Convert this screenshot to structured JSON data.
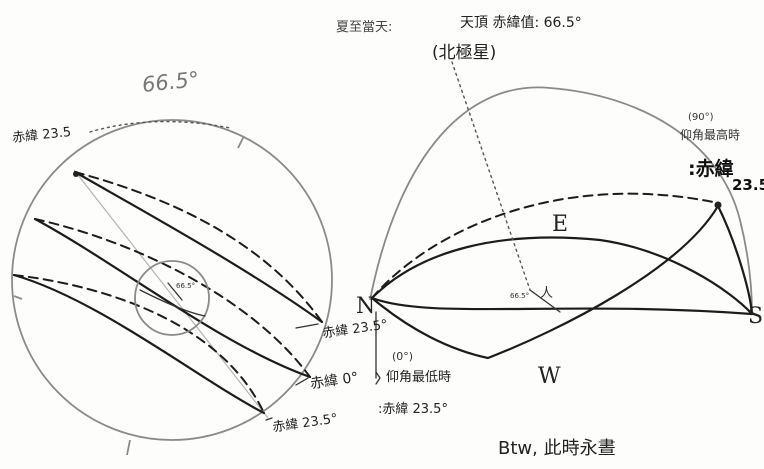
{
  "left_figure": {
    "top_angle": "66.5°",
    "top_lat_label": "赤緯 23.5",
    "right_upper_label": "赤緯 23.5°",
    "right_mid_label": "赤緯 0°",
    "right_low_label": "赤緯 23.5°",
    "center_angle": "66.5°"
  },
  "right_figure": {
    "header_left": "夏至當天:",
    "zenith_label": "天頂 赤緯值: 66.5°",
    "polaris_label": "(北極星)",
    "max_alt_value": "(90°)",
    "max_alt_text": "仰角最高時",
    "max_alt_dec": ":赤緯",
    "max_alt_dec_value": "23.5",
    "east_label": "E",
    "west_label": "W",
    "north_label": "N",
    "south_label": "S",
    "center_angle": "66.5°",
    "observer_label": "人",
    "min_alt_value": "(0°)",
    "min_alt_text": "仰角最低時",
    "min_alt_dec": ":赤緯 23.5°",
    "footer_note": "Btw, 此時永晝"
  },
  "colors": {
    "ink": "#1c1c1c",
    "pencil": "#8a8a8a",
    "paper": "#fdfdfb"
  }
}
